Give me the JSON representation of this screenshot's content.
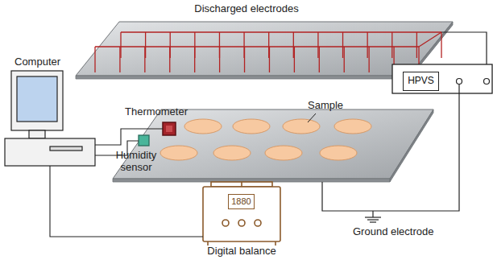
{
  "diagram": {
    "nodes": [
      {
        "text": [
          "HPVS"
        ]
      },
      {
        "text": [
          "1880"
        ]
      }
    ],
    "labels": [
      "Discharged electrodes",
      "Thermometer",
      "Computer",
      "Sample",
      "Humidity sensor",
      "Ground electrode",
      "Digital balance"
    ]
  }
}
